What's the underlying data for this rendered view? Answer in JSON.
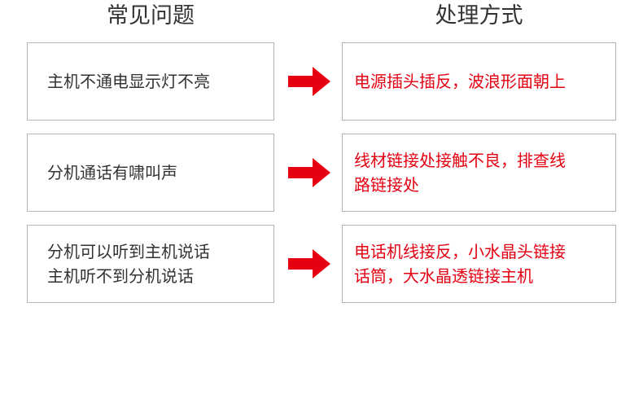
{
  "headers": {
    "problem": "常见问题",
    "solution": "处理方式"
  },
  "rows": [
    {
      "problem": [
        "主机不通电显示灯不亮"
      ],
      "solution": [
        "电源插头插反，波浪形面朝上"
      ]
    },
    {
      "problem": [
        "分机通话有啸叫声"
      ],
      "solution": [
        "线材链接处接触不良，排查线",
        "路链接处"
      ]
    },
    {
      "problem": [
        "分机可以听到主机说话",
        "主机听不到分机说话"
      ],
      "solution": [
        "电话机线接反，小水晶头链接",
        "话筒，大水晶透链接主机"
      ]
    }
  ],
  "colors": {
    "accent_red": "#e50012",
    "text_dark": "#333333",
    "border": "#b3b3b3"
  },
  "icons": {
    "arrow": "right-arrow-icon"
  }
}
